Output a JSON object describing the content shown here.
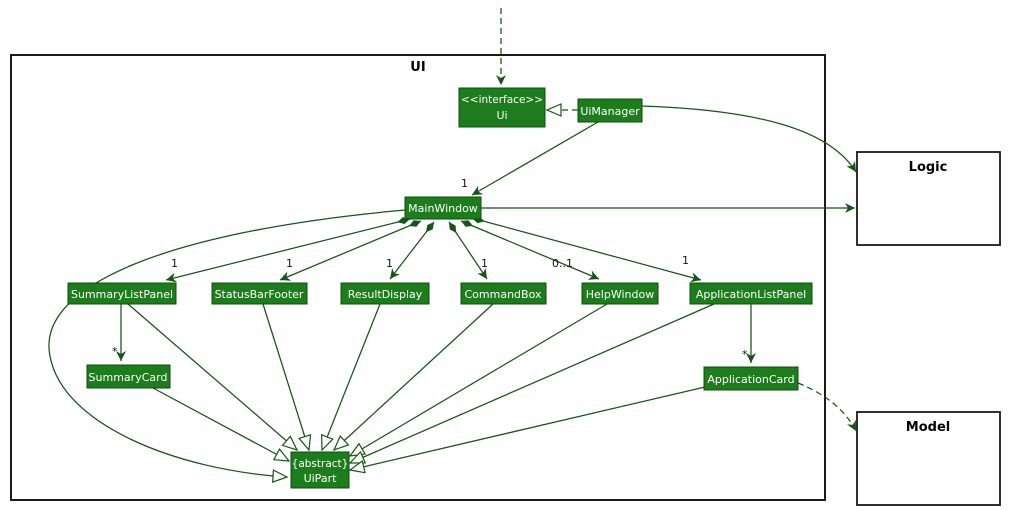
{
  "colors": {
    "node-fill": "#1d7d1d",
    "node-stroke": "#0f4d0f",
    "edge": "#155515",
    "frame": "#1a1a1a"
  },
  "frame": {
    "label": "UI"
  },
  "external": {
    "logic": {
      "label": "Logic"
    },
    "model": {
      "label": "Model"
    }
  },
  "classes": {
    "ui_interface": {
      "stereotype": "<<interface>>",
      "name": "Ui"
    },
    "ui_manager": {
      "name": "UiManager"
    },
    "main_window": {
      "name": "MainWindow"
    },
    "summary_list_panel": {
      "name": "SummaryListPanel"
    },
    "status_bar_footer": {
      "name": "StatusBarFooter"
    },
    "result_display": {
      "name": "ResultDisplay"
    },
    "command_box": {
      "name": "CommandBox"
    },
    "help_window": {
      "name": "HelpWindow"
    },
    "application_list_panel": {
      "name": "ApplicationListPanel"
    },
    "summary_card": {
      "name": "SummaryCard"
    },
    "application_card": {
      "name": "ApplicationCard"
    },
    "ui_part": {
      "modifier": "{abstract}",
      "name": "UiPart"
    }
  },
  "multiplicities": {
    "uimanager_mainwindow": "1",
    "mainwindow_summarylistpanel": "1",
    "mainwindow_statusbarfooter": "1",
    "mainwindow_resultdisplay": "1",
    "mainwindow_commandbox": "1",
    "mainwindow_helpwindow": "0..1",
    "mainwindow_applicationlistpanel": "1",
    "summarylistpanel_summarycard": "*",
    "applicationlistpanel_applicationcard": "*"
  }
}
